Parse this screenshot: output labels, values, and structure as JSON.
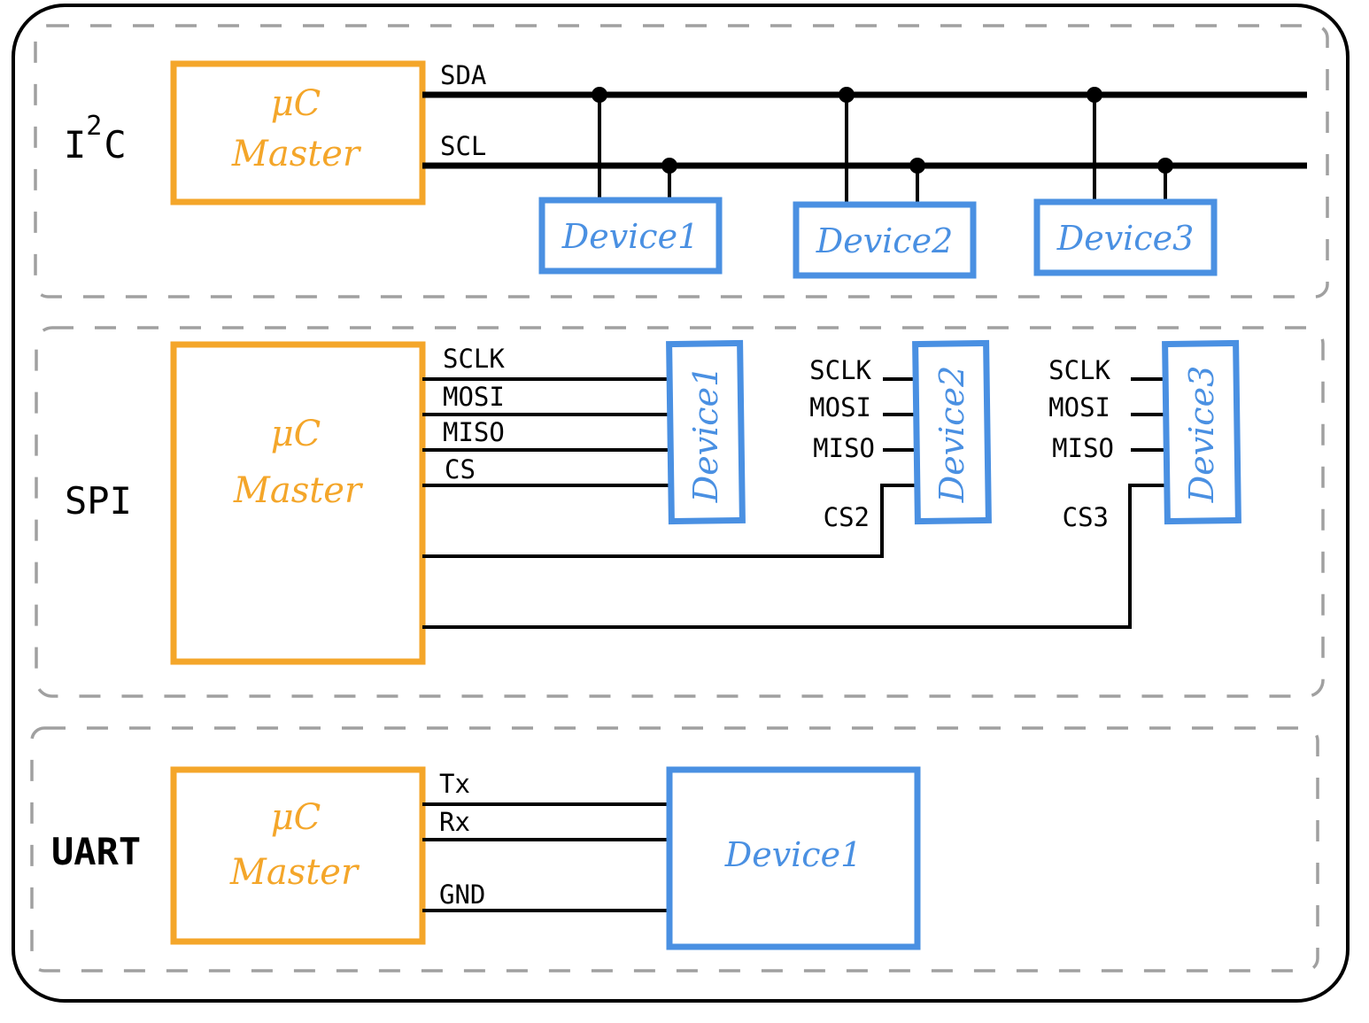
{
  "colors": {
    "master": "#F4A62A",
    "device": "#4A90E2",
    "wire": "#000000",
    "group_border": "#A0A0A0",
    "outer_border": "#000000"
  },
  "i2c": {
    "protocol_label_base": "I",
    "protocol_label_sup": "2",
    "protocol_label_tail": "C",
    "master_line1": "μC",
    "master_line2": "Master",
    "signals": [
      "SDA",
      "SCL"
    ],
    "devices": [
      "Device1",
      "Device2",
      "Device3"
    ]
  },
  "spi": {
    "protocol_label": "SPI",
    "master_line1": "μC",
    "master_line2": "Master",
    "master_signals": [
      "SCLK",
      "MOSI",
      "MISO",
      "CS"
    ],
    "devices": [
      {
        "label": "Device1",
        "signals": [
          "SCLK",
          "MOSI",
          "MISO",
          "CS"
        ]
      },
      {
        "label": "Device2",
        "signals": [
          "SCLK",
          "MOSI",
          "MISO"
        ],
        "cs": "CS2"
      },
      {
        "label": "Device3",
        "signals": [
          "SCLK",
          "MOSI",
          "MISO"
        ],
        "cs": "CS3"
      }
    ]
  },
  "uart": {
    "protocol_label": "UART",
    "master_line1": "μC",
    "master_line2": "Master",
    "signals": [
      "Tx",
      "Rx",
      "GND"
    ],
    "device": "Device1"
  }
}
